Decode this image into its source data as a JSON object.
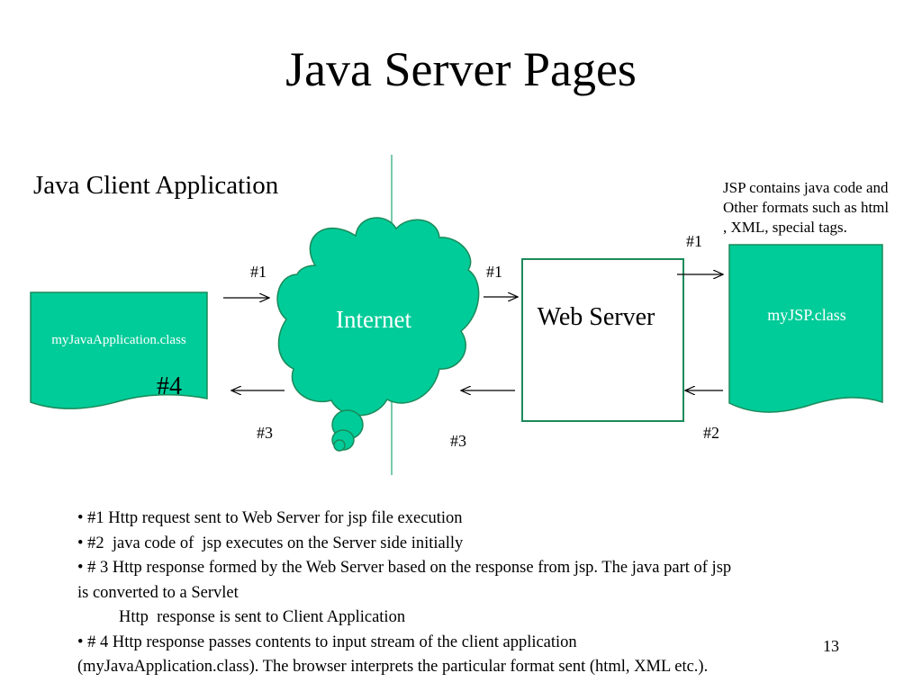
{
  "title": "Java Server Pages",
  "client_heading": "Java Client Application",
  "jsp_note": [
    "JSP contains java code and",
    "Other formats such as html",
    ", XML, special tags."
  ],
  "diagram": {
    "client_doc_label": "myJavaApplication.class",
    "client_step": "#4",
    "internet_label": "Internet",
    "server_label": "Web Server",
    "jsp_doc_label": "myJSP.class",
    "arrow_labels": {
      "client_to_internet": "#1",
      "internet_to_server": "#1",
      "server_to_jsp": "#1",
      "jsp_to_server": "#2",
      "server_to_internet": "#3",
      "internet_to_client": "#3"
    },
    "colors": {
      "fill": "#00CC99",
      "stroke": "#1B8A5A",
      "divider": "#4DB88F"
    }
  },
  "notes": {
    "line1": "• #1 Http request sent to Web Server for jsp file execution",
    "line2": "• #2  java code of  jsp executes on the Server side initially",
    "line3": "• # 3 Http response formed by the Web Server based on the response from jsp. The java part of jsp",
    "line4": "is converted to a Servlet",
    "line5": "Http  response is sent to Client Application",
    "line6": "• # 4 Http response passes contents to input stream of the client application",
    "line7": "(myJavaApplication.class). The browser interprets the particular format sent (html, XML etc.)."
  },
  "page_number": "13"
}
